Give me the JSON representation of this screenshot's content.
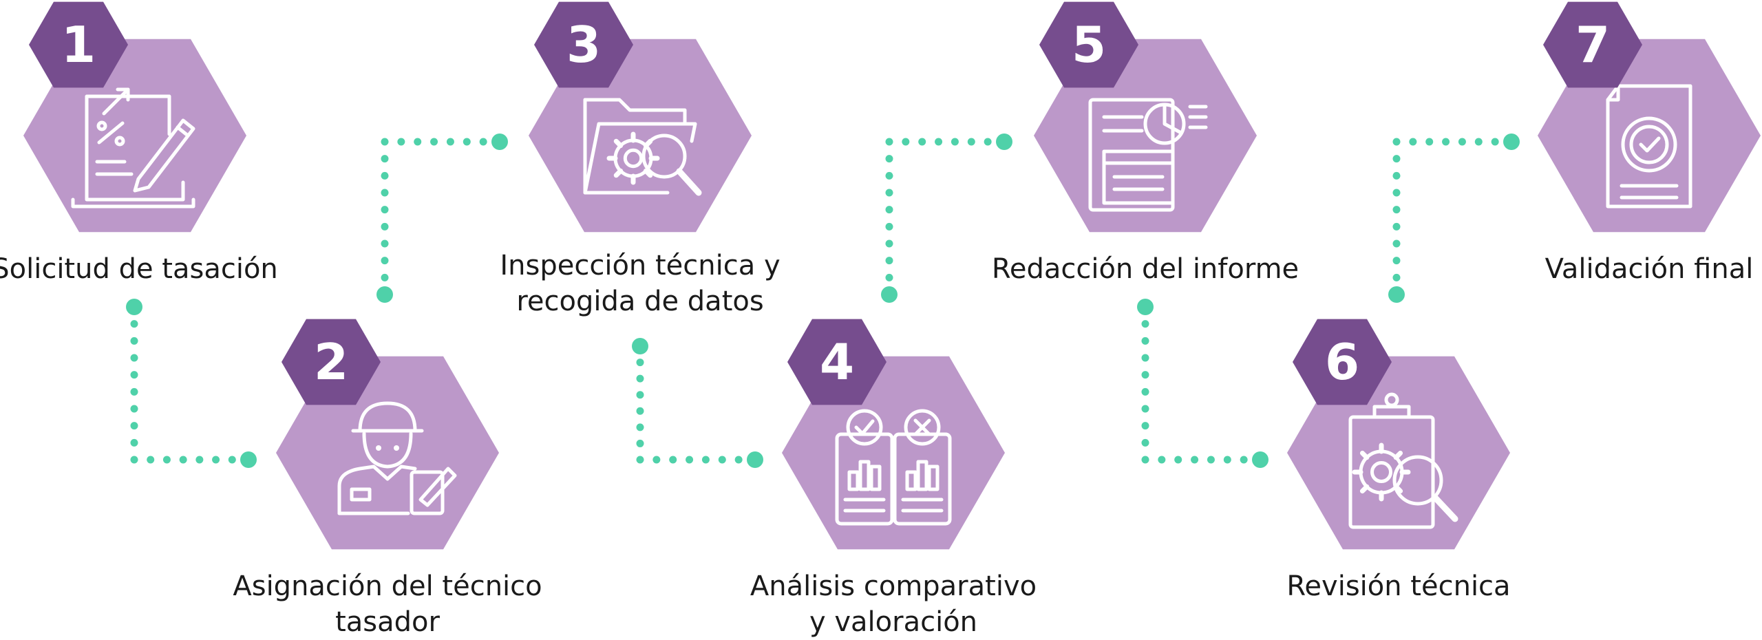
{
  "colors": {
    "hex_light": "#bc98c9",
    "hex_dark": "#764d8e",
    "connector": "#4fd1a9",
    "icon": "#ffffff",
    "text": "#1a1a1a"
  },
  "steps": [
    {
      "number": "1",
      "label": [
        "Solicitud de tasación"
      ],
      "icon": "form-edit-icon"
    },
    {
      "number": "2",
      "label": [
        "Asignación del técnico",
        "tasador"
      ],
      "icon": "technician-icon"
    },
    {
      "number": "3",
      "label": [
        "Inspección técnica y",
        "recogida de datos"
      ],
      "icon": "folder-search-icon"
    },
    {
      "number": "4",
      "label": [
        "Análisis comparativo",
        "y valoración"
      ],
      "icon": "compare-charts-icon"
    },
    {
      "number": "5",
      "label": [
        "Redacción del informe"
      ],
      "icon": "report-icon"
    },
    {
      "number": "6",
      "label": [
        "Revisión técnica"
      ],
      "icon": "clipboard-gear-icon"
    },
    {
      "number": "7",
      "label": [
        "Validación final"
      ],
      "icon": "approved-document-icon"
    }
  ]
}
